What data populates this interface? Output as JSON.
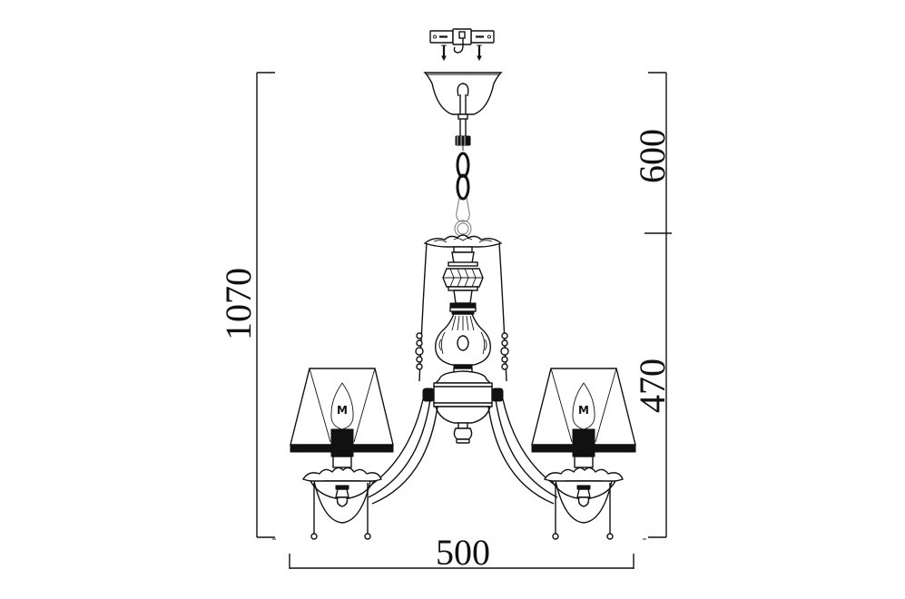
{
  "drawing": {
    "subject": "3-arm chandelier with lamp shades, technical dimension drawing",
    "units": "mm",
    "colors": {
      "line": "#111111",
      "background": "#ffffff"
    },
    "dimensions": {
      "total_height": {
        "label": "1070",
        "value": 1070,
        "orientation": "vertical",
        "side": "left"
      },
      "chain_length": {
        "label": "600",
        "value": 600,
        "orientation": "vertical",
        "side": "right-upper"
      },
      "body_height": {
        "label": "470",
        "value": 470,
        "orientation": "vertical",
        "side": "right-lower"
      },
      "width": {
        "label": "500",
        "value": 500,
        "orientation": "horizontal",
        "side": "bottom"
      }
    },
    "components": [
      "mounting-bracket-with-screws-and-hook",
      "ceiling-canopy",
      "chain",
      "ornate-central-column",
      "curved-arms",
      "lamp-shades",
      "candle-bulbs",
      "bobeche-drip-cups",
      "bead-strings"
    ],
    "bulb_mark": "M"
  }
}
